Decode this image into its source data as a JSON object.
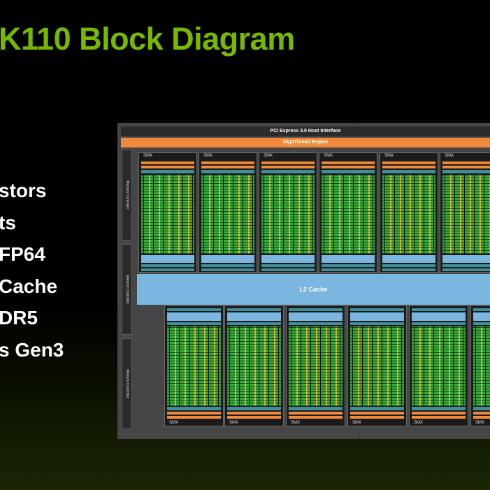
{
  "slide": {
    "title": "K110 Block Diagram",
    "bullets": [
      "stors",
      "ts",
      "FP64",
      "Cache",
      "DR5",
      "s Gen3"
    ]
  },
  "diagram": {
    "pcie_label": "PCI Express 3.0 Host Interface",
    "gigathread_label": "GigaThread Engine",
    "memory_controllers": [
      "Memory Controller",
      "Memory Controller",
      "Memory Controller"
    ],
    "l2_label": "L2 Cache",
    "smx_top": [
      "SMX",
      "SMX",
      "SMX",
      "SMX",
      "SMX",
      "SMX"
    ],
    "smx_bottom": [
      "SMX",
      "SMX",
      "SMX",
      "SMX",
      "SMX",
      "SMX"
    ]
  },
  "colors": {
    "title": "#76b900",
    "gigathread": "#f08a3a",
    "l2_cache": "#7ab6e0",
    "core_green": "#36a83a",
    "core_yellow": "#e9c23a",
    "band_blue": "#7ab6e0",
    "band_teal": "#3f8f9a"
  }
}
